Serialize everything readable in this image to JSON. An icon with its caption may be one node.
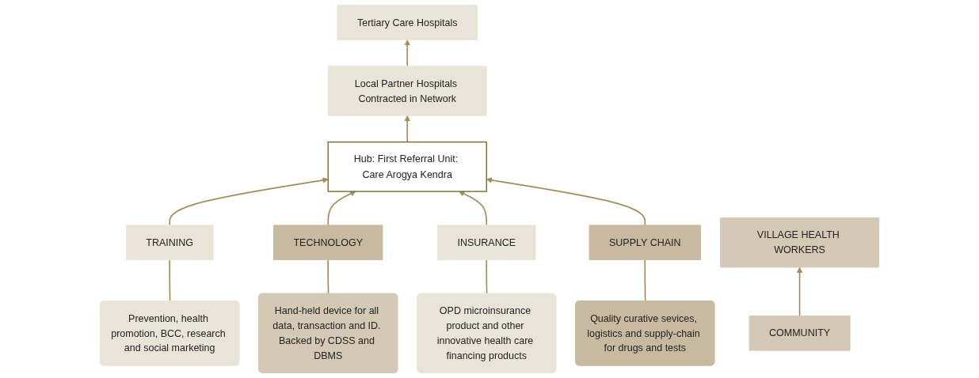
{
  "diagram": {
    "nodes": [
      {
        "text": [
          "Tertiary Care Hospitals"
        ]
      },
      {
        "text": [
          "Local Partner Hospitals Contracted in Network"
        ]
      },
      {
        "text": [
          "Hub: First Referral Unit: Care Arogya Kendra"
        ]
      },
      {
        "text": [
          "Prevention, health promotion, BCC, research and social marketing"
        ]
      },
      {
        "text": [
          "TRAINING"
        ]
      },
      {
        "text": [
          "Hand-held device for all data, transaction and ID. Backed by CDSS and DBMS"
        ]
      },
      {
        "text": [
          "TECHNOLOGY"
        ]
      },
      {
        "text": [
          "INSURANCE"
        ]
      },
      {
        "text": [
          "OPD microinsurance product and other innovative health care financing products"
        ]
      },
      {
        "text": [
          "SUPPLY CHAIN"
        ]
      },
      {
        "text": [
          "Quality curative sevices, logistics and supply-chain for drugs and tests"
        ]
      },
      {
        "text": [
          "VILLAGE HEALTH WORKERS"
        ]
      },
      {
        "text": [
          "COMMUNITY"
        ]
      }
    ],
    "edges": [
      {
        "from": 12,
        "to": 11,
        "arrow": "to"
      },
      {
        "from": 4,
        "to": 2,
        "arrow": "to"
      },
      {
        "from": 6,
        "to": 2,
        "arrow": "to"
      },
      {
        "from": 7,
        "to": 2,
        "arrow": "to"
      },
      {
        "from": 9,
        "to": 2,
        "arrow": "to"
      },
      {
        "from": 2,
        "to": 1,
        "arrow": "to"
      },
      {
        "from": 1,
        "to": 0,
        "arrow": "to"
      },
      {
        "from": 3,
        "to": 4,
        "arrow": "none"
      },
      {
        "from": 5,
        "to": 6,
        "arrow": "none"
      },
      {
        "from": 8,
        "to": 7,
        "arrow": "none"
      },
      {
        "from": 10,
        "to": 9,
        "arrow": "none"
      }
    ]
  }
}
